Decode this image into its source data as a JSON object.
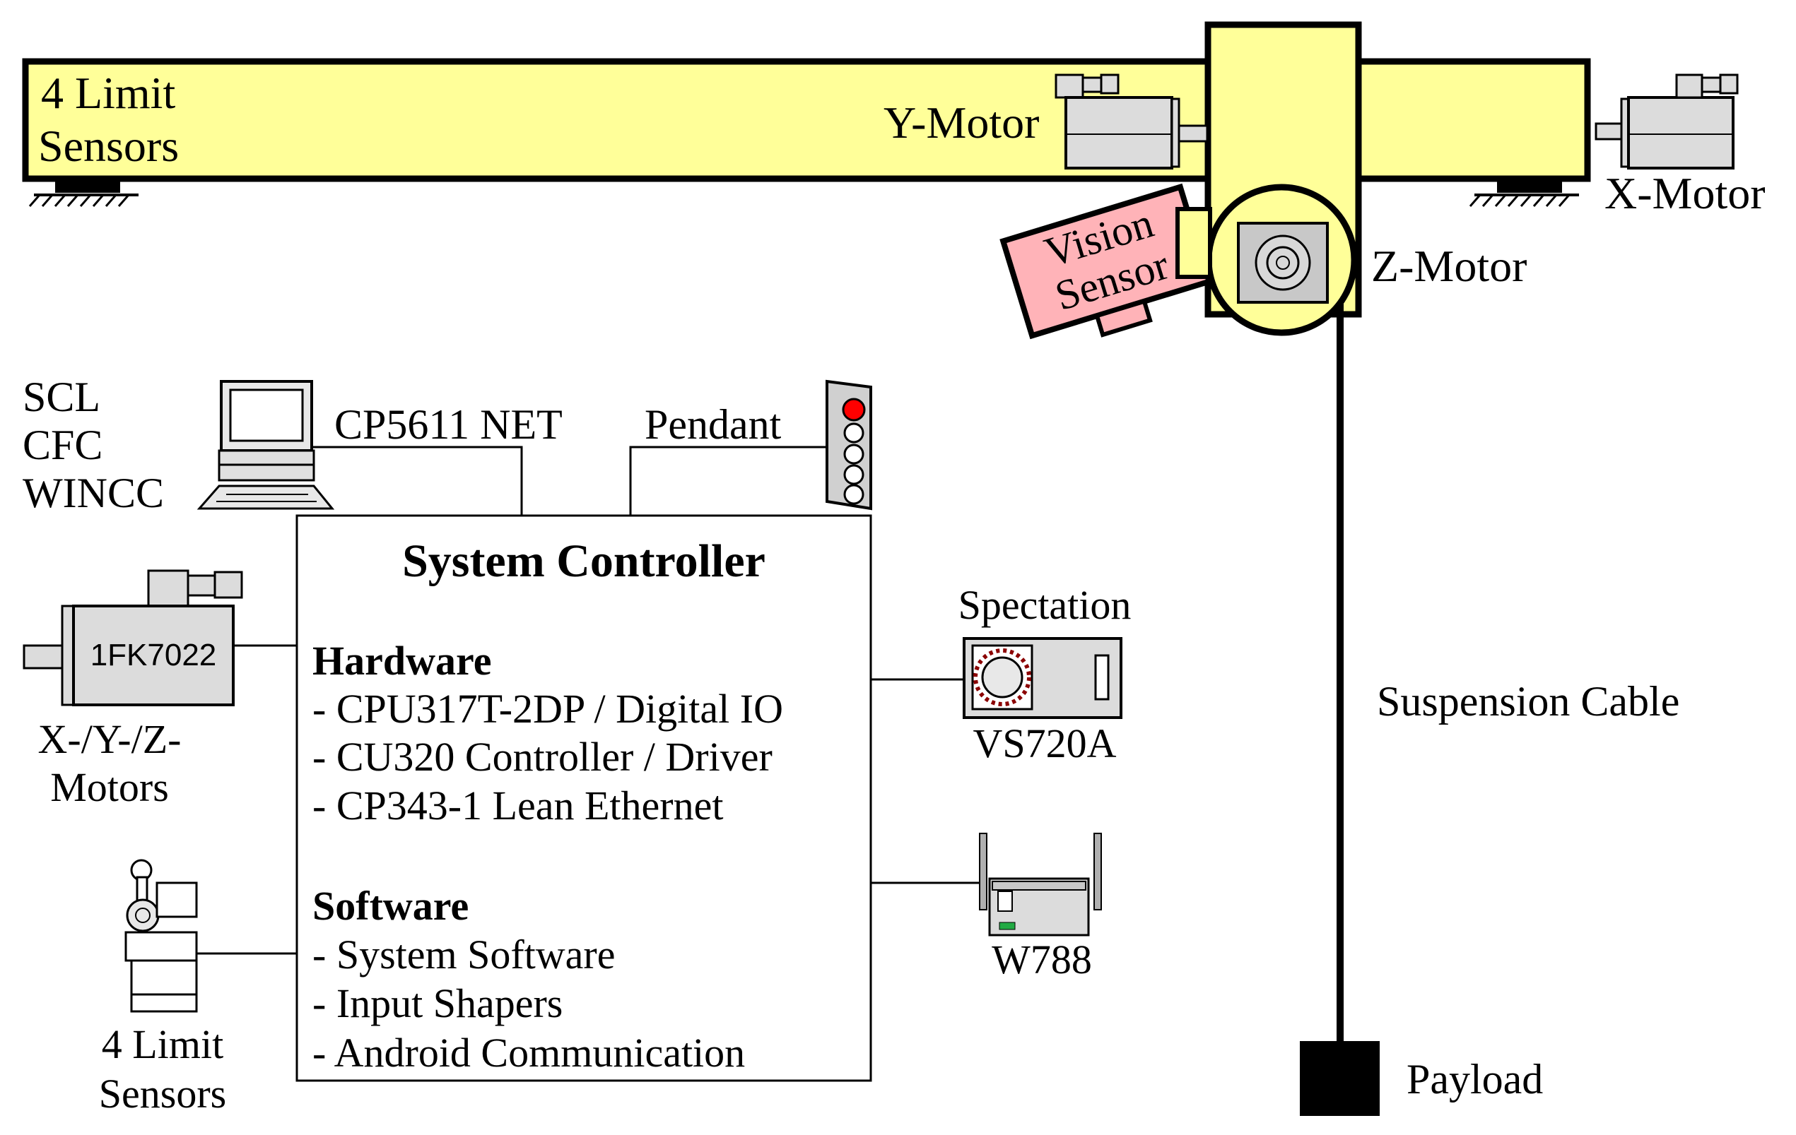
{
  "colors": {
    "track": "#ffff99",
    "vision_sensor": "#ffb3b8",
    "device_gray": "#dcdcdc",
    "indicator_red": "#ff0000"
  },
  "gantry": {
    "limit_sensors_line1": "4 Limit",
    "limit_sensors_line2": "Sensors",
    "y_motor": "Y-Motor",
    "x_motor": "X-Motor",
    "z_motor": "Z-Motor",
    "vision_line1": "Vision",
    "vision_line2": "Sensor",
    "suspension_cable": "Suspension Cable",
    "payload": "Payload"
  },
  "pc": {
    "software_lines": [
      "SCL",
      "CFC",
      "WINCC"
    ],
    "card": "CP5611 NET"
  },
  "pendant": {
    "label": "Pendant"
  },
  "controller": {
    "title": "System Controller",
    "hardware_heading": "Hardware",
    "hardware_items": [
      "- CPU317T-2DP / Digital IO",
      "- CU320 Controller / Driver",
      "- CP343-1 Lean Ethernet"
    ],
    "software_heading": "Software",
    "software_items": [
      "- System Software",
      "- Input Shapers",
      "- Android Communication"
    ]
  },
  "motors": {
    "model": "1FK7022",
    "label_line1": "X-/Y-/Z-",
    "label_line2": "Motors"
  },
  "limit_switch": {
    "label_line1": "4 Limit",
    "label_line2": "Sensors"
  },
  "camera": {
    "brand": "Spectation",
    "model": "VS720A"
  },
  "wireless": {
    "model": "W788"
  }
}
